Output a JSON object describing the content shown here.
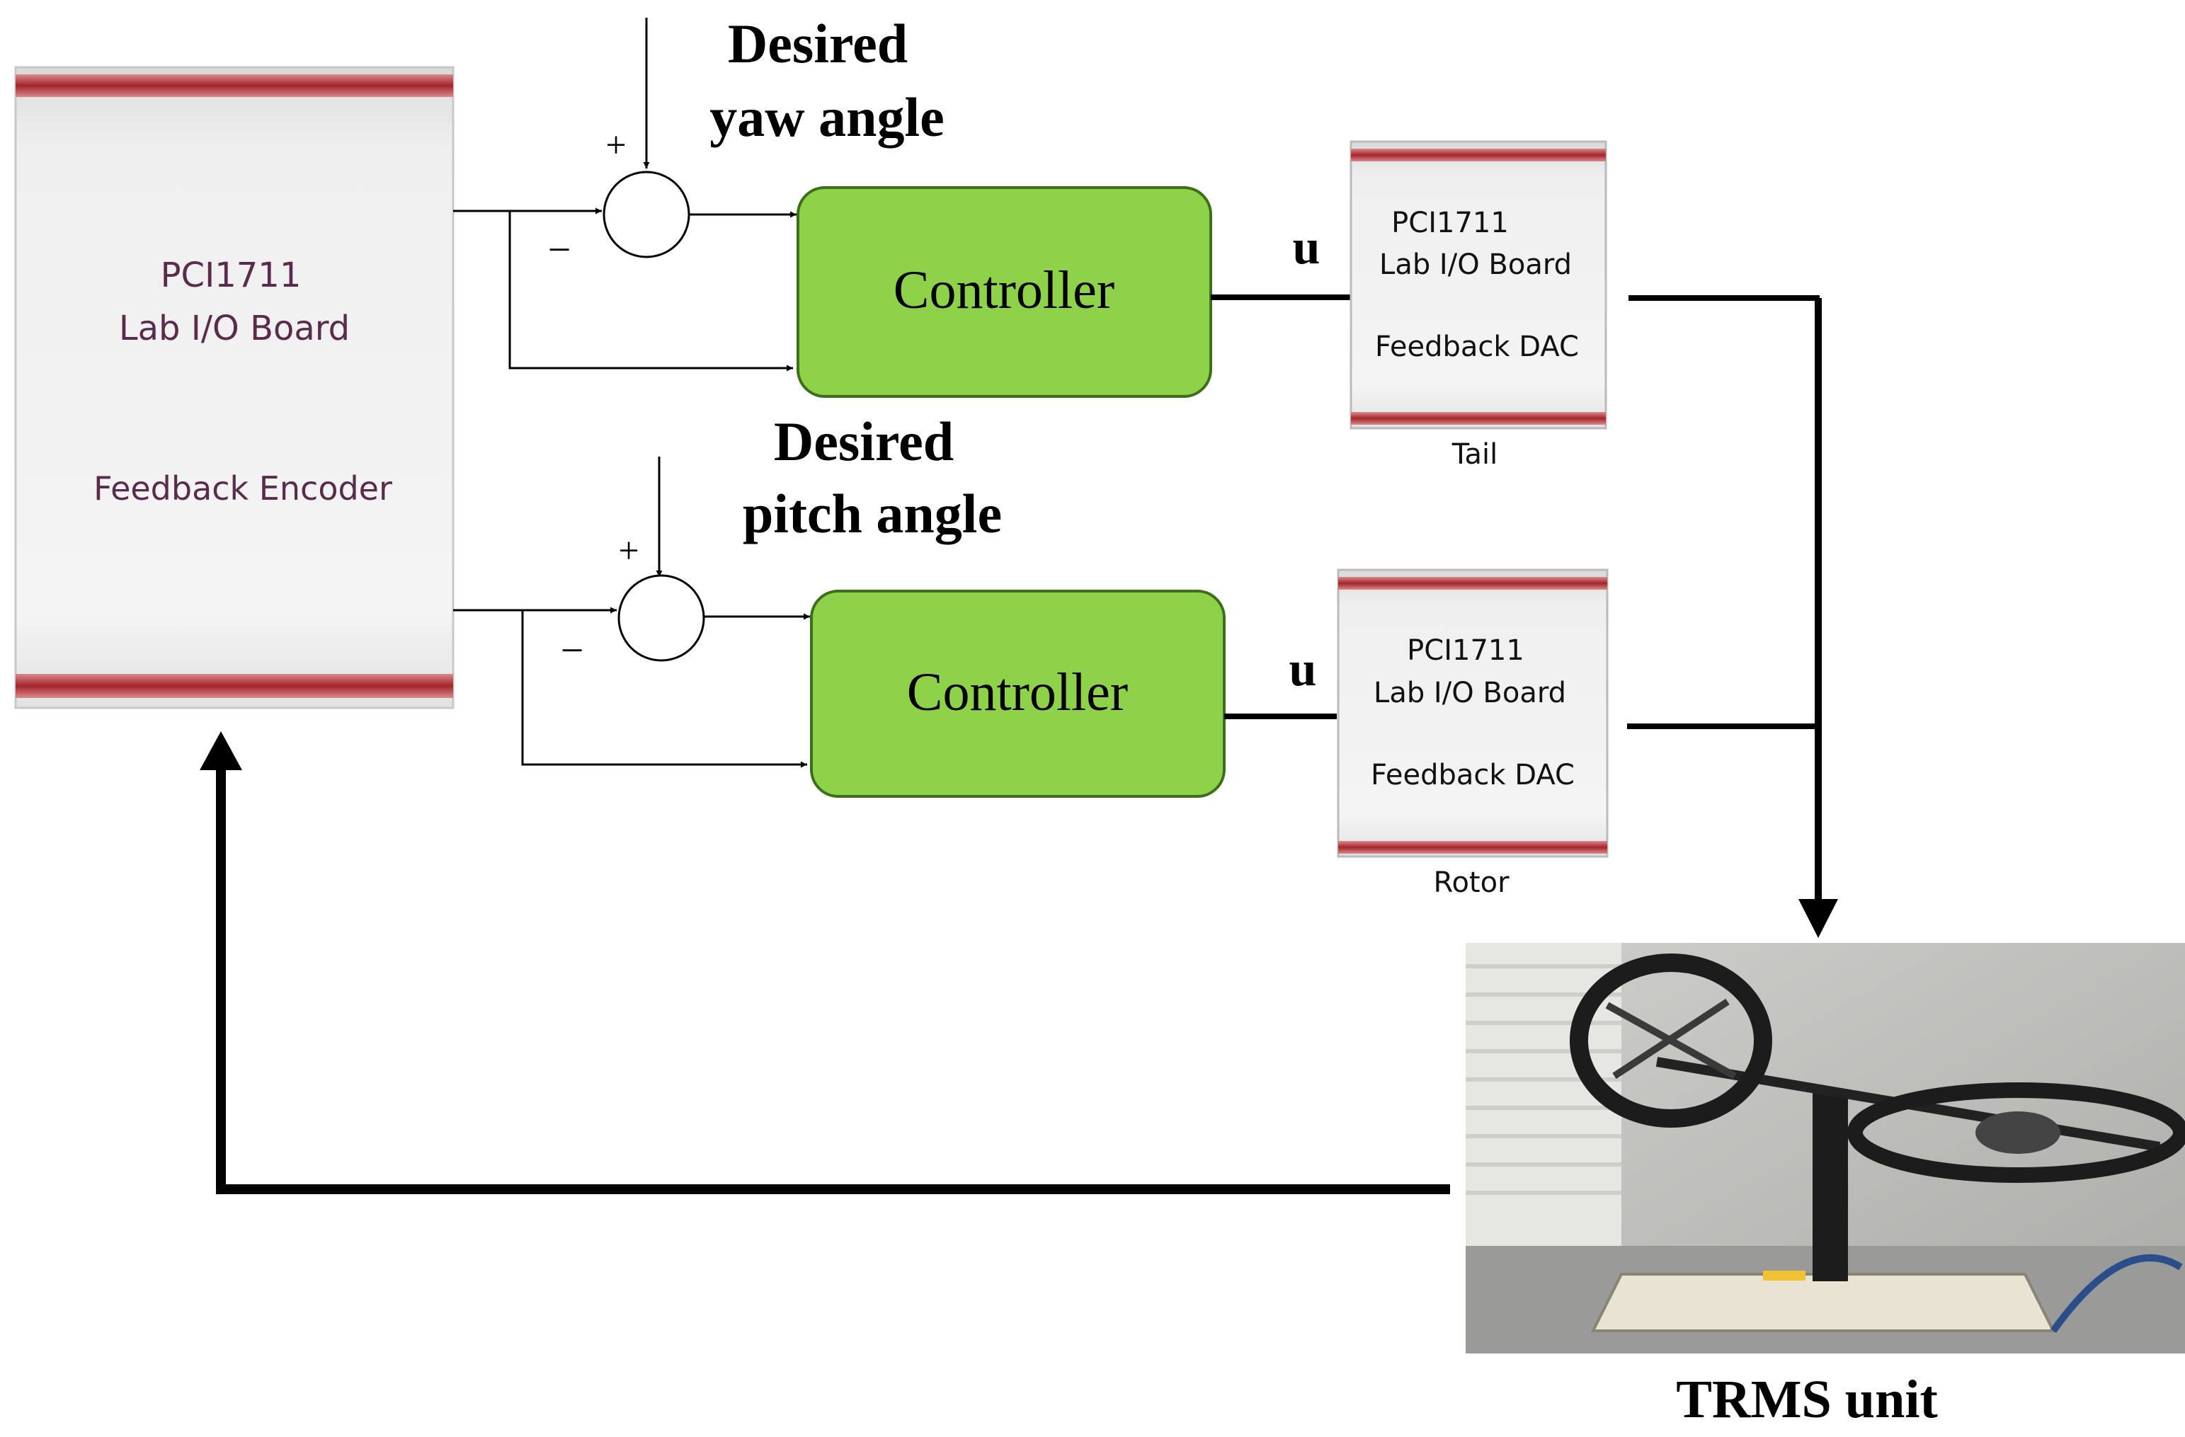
{
  "encoder_block": {
    "line1": "PCI1711",
    "line2": "Lab I/O Board",
    "line3": "Feedback Encoder"
  },
  "yaw_loop": {
    "reference_label_line1": "Desired",
    "reference_label_line2": "yaw angle",
    "sum_plus": "+",
    "sum_minus": "−",
    "controller_label": "Controller",
    "signal_label": "u",
    "dac_line1": "PCI1711",
    "dac_line2": "Lab I/O Board",
    "dac_line3": "Feedback  DAC",
    "dac_caption": "Tail"
  },
  "pitch_loop": {
    "reference_label_line1": "Desired",
    "reference_label_line2": "pitch angle",
    "sum_plus": "+",
    "sum_minus": "−",
    "controller_label": "Controller",
    "signal_label": "u",
    "dac_line1": "PCI1711",
    "dac_line2": "Lab I/O Board",
    "dac_line3": "Feedback  DAC",
    "dac_caption": "Rotor"
  },
  "plant": {
    "caption": "TRMS unit"
  },
  "colors": {
    "controller_fill": "#8ed24a",
    "controller_stroke": "#3d6e1a",
    "board_band": "#a3242a",
    "board_fill": "#eeeeee",
    "board_text": "#5a2b4a",
    "line": "#000000"
  }
}
